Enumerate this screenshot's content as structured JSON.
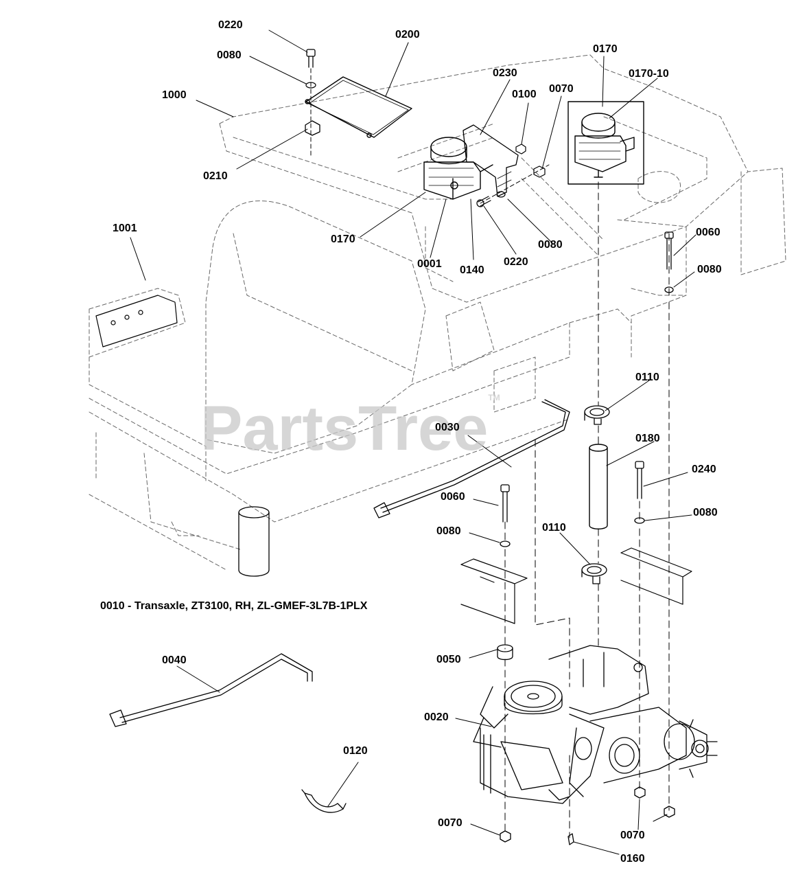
{
  "watermark": {
    "text": "PartsTree",
    "trademark": "TM"
  },
  "caption": "0010 - Transaxle, ZT3100, RH, ZL-GMEF-3L7B-1PLX",
  "callouts": [
    {
      "id": "c01",
      "text": "0220"
    },
    {
      "id": "c02",
      "text": "0200"
    },
    {
      "id": "c03",
      "text": "0080"
    },
    {
      "id": "c04",
      "text": "1000"
    },
    {
      "id": "c05",
      "text": "0210"
    },
    {
      "id": "c06",
      "text": "0170"
    },
    {
      "id": "c07",
      "text": "0170-10"
    },
    {
      "id": "c08",
      "text": "0230"
    },
    {
      "id": "c09",
      "text": "0100"
    },
    {
      "id": "c10",
      "text": "0070"
    },
    {
      "id": "c11",
      "text": "1001"
    },
    {
      "id": "c12",
      "text": "0170"
    },
    {
      "id": "c13",
      "text": "0001"
    },
    {
      "id": "c14",
      "text": "0140"
    },
    {
      "id": "c15",
      "text": "0220"
    },
    {
      "id": "c16",
      "text": "0080"
    },
    {
      "id": "c17",
      "text": "0060"
    },
    {
      "id": "c18",
      "text": "0080"
    },
    {
      "id": "c19",
      "text": "0110"
    },
    {
      "id": "c20",
      "text": "0030"
    },
    {
      "id": "c21",
      "text": "0180"
    },
    {
      "id": "c22",
      "text": "0240"
    },
    {
      "id": "c23",
      "text": "0060"
    },
    {
      "id": "c24",
      "text": "0080"
    },
    {
      "id": "c25",
      "text": "0080"
    },
    {
      "id": "c26",
      "text": "0110"
    },
    {
      "id": "c27",
      "text": "0040"
    },
    {
      "id": "c28",
      "text": "0050"
    },
    {
      "id": "c29",
      "text": "0020"
    },
    {
      "id": "c30",
      "text": "0120"
    },
    {
      "id": "c31",
      "text": "0070"
    },
    {
      "id": "c32",
      "text": "0070"
    },
    {
      "id": "c33",
      "text": "0160"
    }
  ]
}
